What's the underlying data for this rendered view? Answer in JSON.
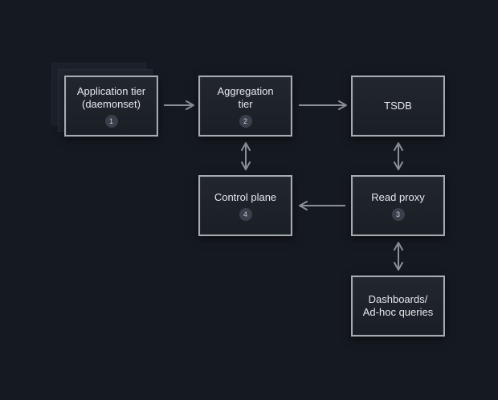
{
  "nodes": [
    {
      "id": "app",
      "label": "Application tier\n(daemonset)",
      "badge": "1"
    },
    {
      "id": "agg",
      "label": "Aggregation\ntier",
      "badge": "2"
    },
    {
      "id": "tsdb",
      "label": "TSDB"
    },
    {
      "id": "control",
      "label": "Control plane",
      "badge": "4"
    },
    {
      "id": "proxy",
      "label": "Read proxy",
      "badge": "3"
    },
    {
      "id": "dash",
      "label": "Dashboards/\nAd-hoc queries"
    }
  ],
  "colors": {
    "background": "#151921",
    "node_border": "#a6abb3",
    "arrow": "#8a8f98",
    "badge": "#3a404b"
  }
}
